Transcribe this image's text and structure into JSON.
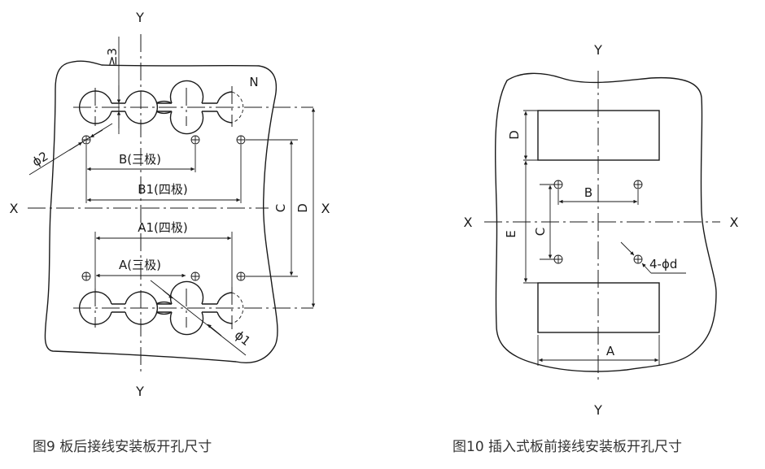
{
  "figure9": {
    "caption": "图9 板后接线安装板开孔尺寸",
    "axis_y_top": "Y",
    "axis_y_bottom": "Y",
    "axis_x_left": "X",
    "axis_x_right": "X",
    "label_gap": "≥3",
    "label_neutral": "N",
    "label_phi2": "ϕ2",
    "label_phi1": "ϕ1",
    "label_B": "B(三极)",
    "label_B1": "B1(四极)",
    "label_A1": "A1(四极)",
    "label_A": "A(三极)",
    "label_C": "C",
    "label_D": "D"
  },
  "figure10": {
    "caption": "图10  插入式板前接线安装板开孔尺寸",
    "axis_y_top": "Y",
    "axis_y_bottom": "Y",
    "axis_x_left": "X",
    "axis_x_right": "X",
    "label_D": "D",
    "label_B": "B",
    "label_C": "C",
    "label_E": "E",
    "label_A": "A",
    "label_holes": "4-ϕd"
  }
}
